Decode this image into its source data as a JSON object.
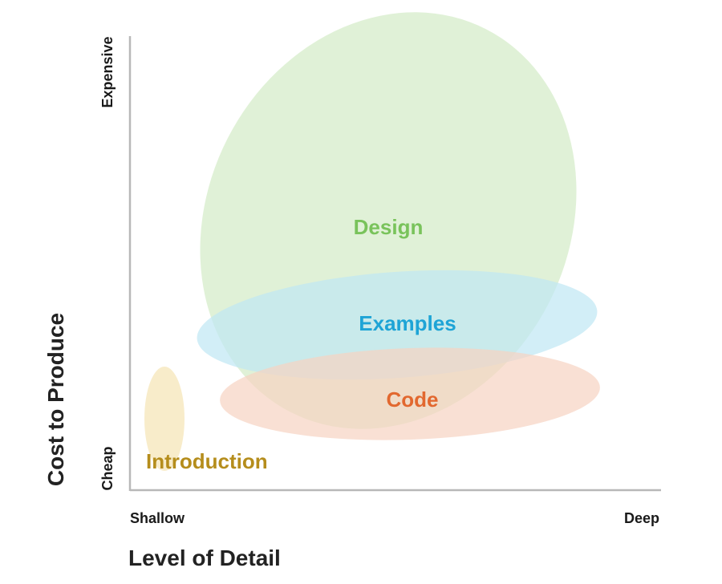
{
  "diagram": {
    "axes": {
      "x_title": "Level of Detail",
      "y_title": "Cost to Produce",
      "x_low": "Shallow",
      "x_high": "Deep",
      "y_low": "Cheap",
      "y_high": "Expensive",
      "axis_color": "#b8b8b8"
    },
    "regions": [
      {
        "id": "design",
        "label": "Design",
        "fill": "#d3ebc6",
        "text_color": "#79c35b"
      },
      {
        "id": "examples",
        "label": "Examples",
        "fill": "#bfe7f3",
        "text_color": "#1ea4d6"
      },
      {
        "id": "code",
        "label": "Code",
        "fill": "#f7d3c2",
        "text_color": "#e2682f"
      },
      {
        "id": "introduction",
        "label": "Introduction",
        "fill": "#f5e5b8",
        "text_color": "#b58d1c"
      }
    ]
  }
}
